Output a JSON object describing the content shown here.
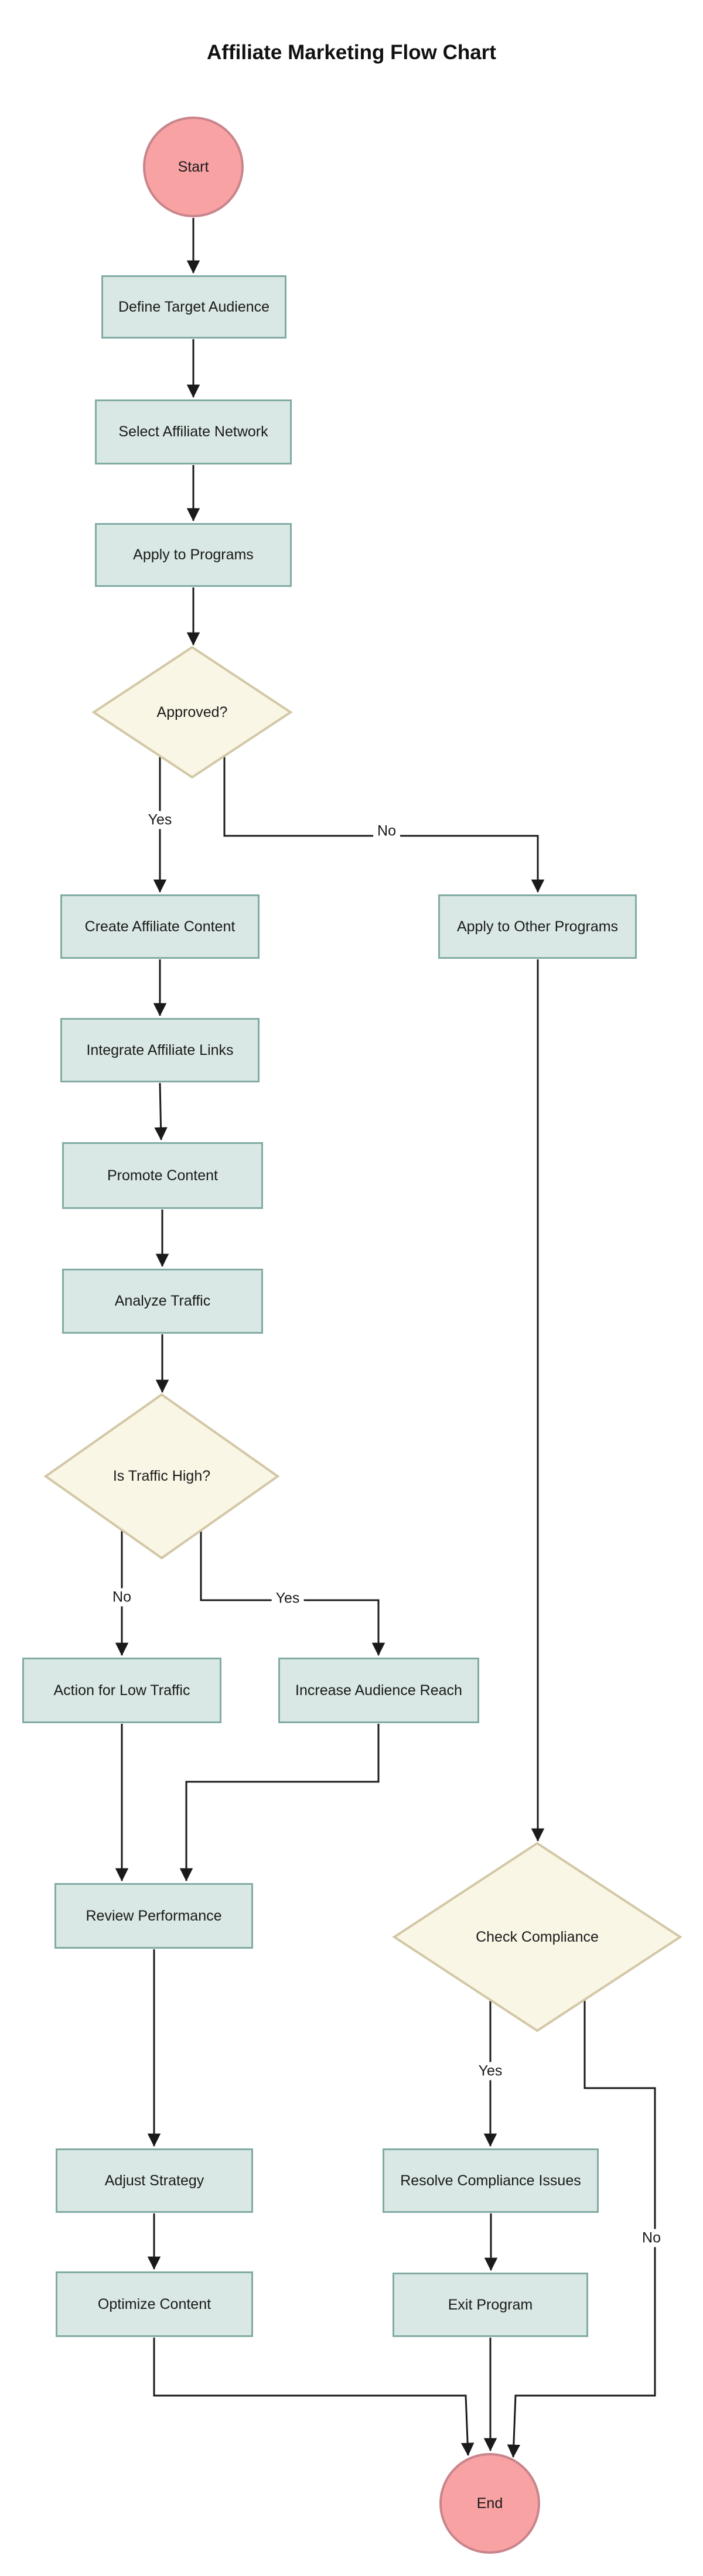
{
  "title": "Affiliate Marketing Flow Chart",
  "colors": {
    "node_fill": "#d9e8e4",
    "node_border": "#82aba4",
    "decision_fill": "#faf6e6",
    "decision_border": "#d3c7a6",
    "terminal_fill": "#f8a2a4",
    "terminal_border": "#c8858b",
    "edge_color": "#1a1a1a",
    "text_color": "#1a1a1a"
  },
  "nodes": {
    "start": {
      "label": "Start",
      "type": "terminal"
    },
    "define": {
      "label": "Define Target Audience",
      "type": "process"
    },
    "select": {
      "label": "Select Affiliate Network",
      "type": "process"
    },
    "apply": {
      "label": "Apply to Programs",
      "type": "process"
    },
    "approved": {
      "label": "Approved?",
      "type": "decision"
    },
    "create": {
      "label": "Create Affiliate Content",
      "type": "process"
    },
    "integrate": {
      "label": "Integrate Affiliate Links",
      "type": "process"
    },
    "promote": {
      "label": "Promote Content",
      "type": "process"
    },
    "analyze": {
      "label": "Analyze Traffic",
      "type": "process"
    },
    "traffic_high": {
      "label": "Is Traffic High?",
      "type": "decision"
    },
    "action_low": {
      "label": "Action for Low Traffic",
      "type": "process"
    },
    "increase": {
      "label": "Increase Audience Reach",
      "type": "process"
    },
    "review": {
      "label": "Review Performance",
      "type": "process"
    },
    "apply_other": {
      "label": "Apply to Other Programs",
      "type": "process"
    },
    "check_compliance": {
      "label": "Check Compliance",
      "type": "decision"
    },
    "adjust": {
      "label": "Adjust Strategy",
      "type": "process"
    },
    "optimize": {
      "label": "Optimize Content",
      "type": "process"
    },
    "resolve": {
      "label": "Resolve Compliance Issues",
      "type": "process"
    },
    "exit": {
      "label": "Exit Program",
      "type": "process"
    },
    "end": {
      "label": "End",
      "type": "terminal"
    }
  },
  "edges": [
    {
      "from": "start",
      "to": "define",
      "label": ""
    },
    {
      "from": "define",
      "to": "select",
      "label": ""
    },
    {
      "from": "select",
      "to": "apply",
      "label": ""
    },
    {
      "from": "apply",
      "to": "approved",
      "label": ""
    },
    {
      "from": "approved",
      "to": "create",
      "label": "Yes"
    },
    {
      "from": "approved",
      "to": "apply_other",
      "label": "No"
    },
    {
      "from": "create",
      "to": "integrate",
      "label": ""
    },
    {
      "from": "integrate",
      "to": "promote",
      "label": ""
    },
    {
      "from": "promote",
      "to": "analyze",
      "label": ""
    },
    {
      "from": "analyze",
      "to": "traffic_high",
      "label": ""
    },
    {
      "from": "traffic_high",
      "to": "action_low",
      "label": "No"
    },
    {
      "from": "traffic_high",
      "to": "increase",
      "label": "Yes"
    },
    {
      "from": "action_low",
      "to": "review",
      "label": ""
    },
    {
      "from": "increase",
      "to": "review",
      "label": ""
    },
    {
      "from": "apply_other",
      "to": "check_compliance",
      "label": ""
    },
    {
      "from": "review",
      "to": "adjust",
      "label": ""
    },
    {
      "from": "adjust",
      "to": "optimize",
      "label": ""
    },
    {
      "from": "check_compliance",
      "to": "resolve",
      "label": "Yes"
    },
    {
      "from": "check_compliance",
      "to": "end",
      "label": "No"
    },
    {
      "from": "resolve",
      "to": "exit",
      "label": ""
    },
    {
      "from": "exit",
      "to": "end",
      "label": ""
    },
    {
      "from": "optimize",
      "to": "end",
      "label": ""
    }
  ]
}
